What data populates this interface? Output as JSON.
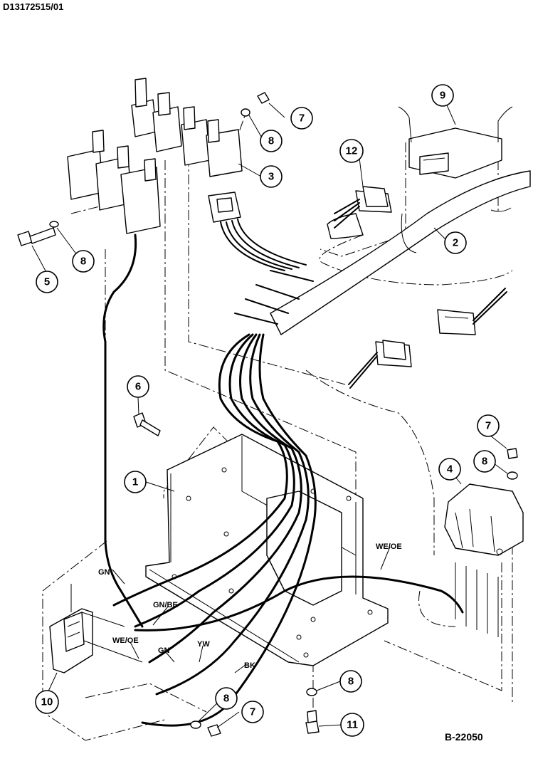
{
  "header": {
    "document_id": "D13172515/01"
  },
  "footer": {
    "figure_id": "B-22050"
  },
  "callouts": [
    {
      "id": "c1",
      "number": "1"
    },
    {
      "id": "c2",
      "number": "2"
    },
    {
      "id": "c3",
      "number": "3"
    },
    {
      "id": "c4",
      "number": "4"
    },
    {
      "id": "c5",
      "number": "5"
    },
    {
      "id": "c6",
      "number": "6"
    },
    {
      "id": "c7a",
      "number": "7"
    },
    {
      "id": "c7b",
      "number": "7"
    },
    {
      "id": "c7c",
      "number": "7"
    },
    {
      "id": "c8a",
      "number": "8"
    },
    {
      "id": "c8b",
      "number": "8"
    },
    {
      "id": "c8c",
      "number": "8"
    },
    {
      "id": "c8d",
      "number": "8"
    },
    {
      "id": "c8e",
      "number": "8"
    },
    {
      "id": "c9",
      "number": "9"
    },
    {
      "id": "c10",
      "number": "10"
    },
    {
      "id": "c11",
      "number": "11"
    },
    {
      "id": "c12",
      "number": "12"
    }
  ],
  "wire_labels": {
    "gn_1": "GN",
    "gn_be": "GN/BE",
    "we_oe_1": "WE/OE",
    "gn_2": "GN",
    "yw": "YW",
    "bk": "BK",
    "we_oe_2": "WE/OE"
  }
}
